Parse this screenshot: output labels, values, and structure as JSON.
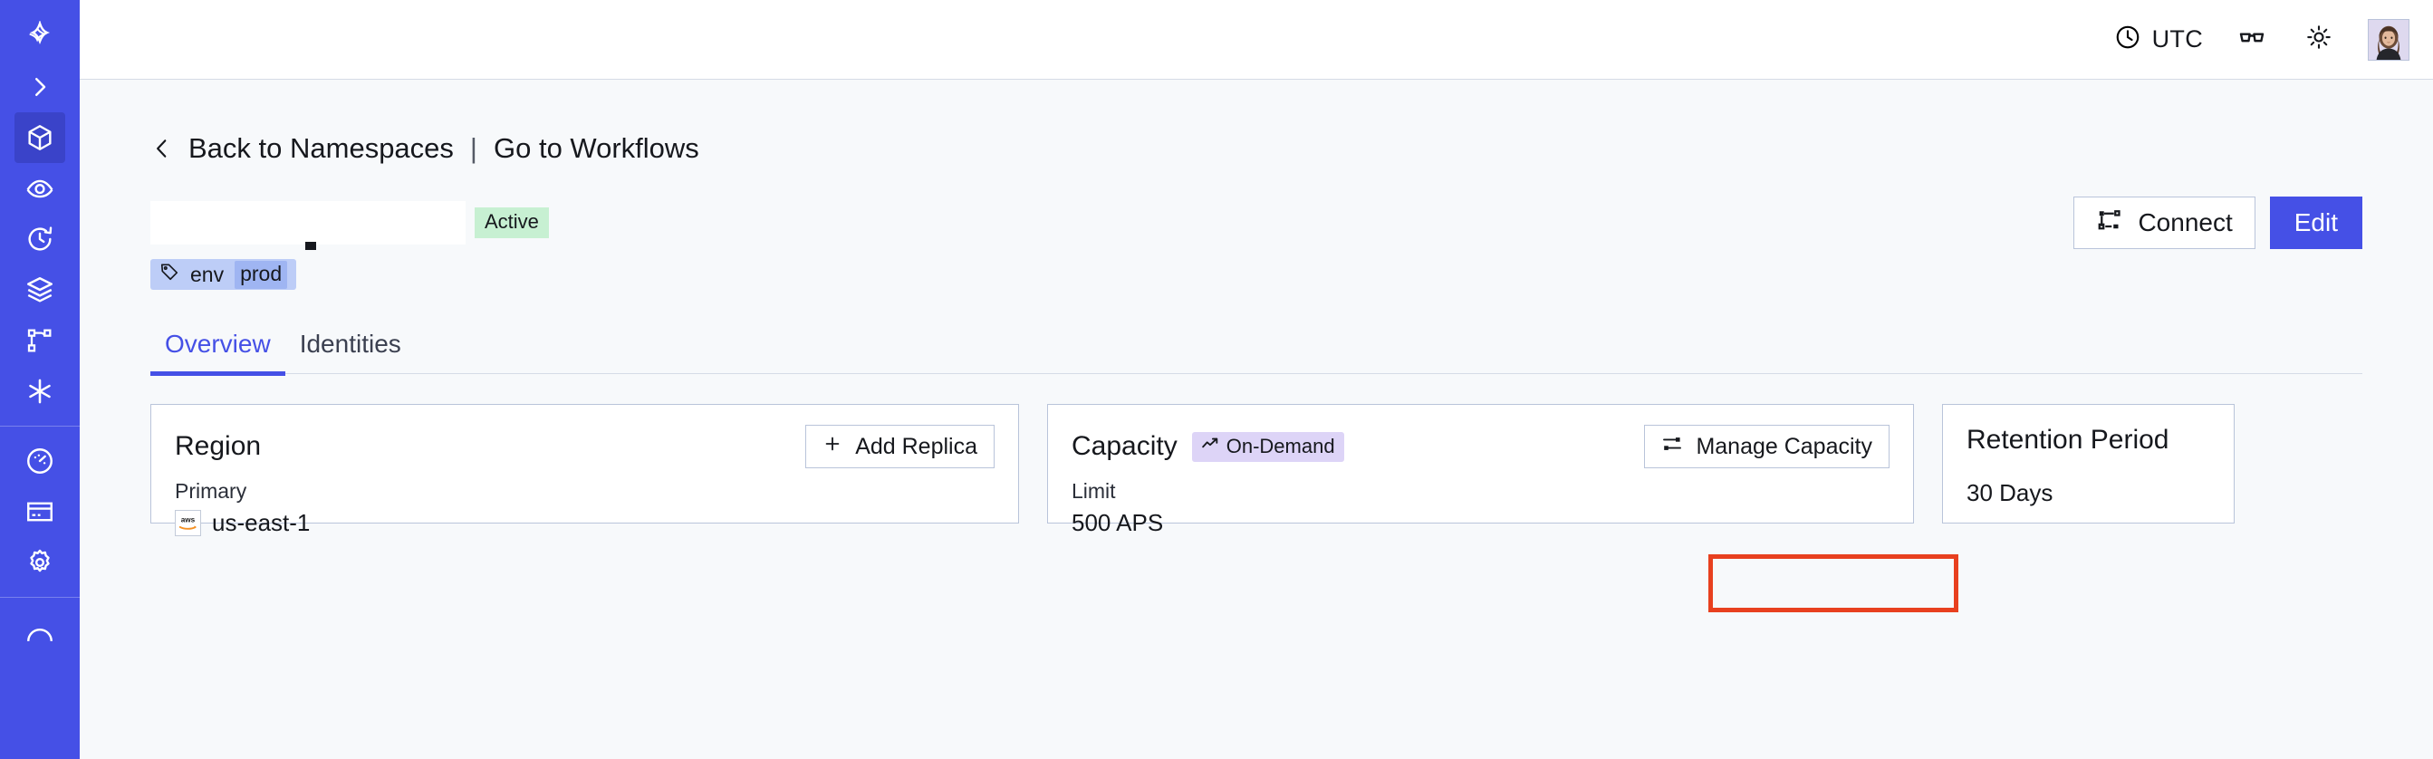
{
  "sidebar": {
    "items": [
      {
        "name": "logo",
        "icon": "temporal-logo-icon",
        "active": false
      },
      {
        "name": "expand",
        "icon": "chevron-right-icon",
        "active": false
      },
      {
        "name": "namespaces",
        "icon": "cube-icon",
        "active": true
      },
      {
        "name": "observability",
        "icon": "eye-icon",
        "active": false
      },
      {
        "name": "history",
        "icon": "clock-rewind-icon",
        "active": false
      },
      {
        "name": "layers",
        "icon": "layers-icon",
        "active": false
      },
      {
        "name": "workflows",
        "icon": "git-branch-icon",
        "active": false
      },
      {
        "name": "integrations",
        "icon": "asterisk-icon",
        "active": false
      },
      {
        "name": "usage",
        "icon": "gauge-icon",
        "active": false
      },
      {
        "name": "billing",
        "icon": "credit-card-icon",
        "active": false
      },
      {
        "name": "settings",
        "icon": "gear-icon",
        "active": false
      }
    ]
  },
  "topbar": {
    "timezone_label": "UTC",
    "clock_icon": "clock-icon",
    "glasses_icon": "glasses-icon",
    "theme_icon": "sun-icon",
    "avatar_icon": "user-avatar"
  },
  "breadcrumb": {
    "back_chevron_icon": "chevron-left-icon",
    "back_label": "Back to Namespaces",
    "separator": "|",
    "forward_label": "Go to Workflows"
  },
  "header": {
    "title": "",
    "status_badge": "Active",
    "tag": {
      "icon": "tag-icon",
      "key": "env",
      "value": "prod"
    },
    "connect_label": "Connect",
    "connect_icon": "connect-flow-icon",
    "edit_label": "Edit"
  },
  "tabs": [
    {
      "label": "Overview",
      "active": true
    },
    {
      "label": "Identities",
      "active": false
    }
  ],
  "cards": {
    "region": {
      "title": "Region",
      "action_label": "Add Replica",
      "action_icon": "plus-icon",
      "sub_label": "Primary",
      "provider_icon": "aws-icon",
      "value": "us-east-1"
    },
    "capacity": {
      "title": "Capacity",
      "pill_label": "On-Demand",
      "pill_icon": "trend-up-icon",
      "action_label": "Manage Capacity",
      "action_icon": "sliders-icon",
      "sub_label": "Limit",
      "value": "500 APS",
      "highlighted": true
    },
    "retention": {
      "title": "Retention Period",
      "value": "30 Days"
    }
  },
  "colors": {
    "brand": "#4550e6",
    "brand_active": "#3a43c9",
    "page_bg": "#f7f9fb",
    "status_active_bg": "#c7f0d2",
    "tag_bg": "#bdcdf7",
    "tag_value_bg": "#9fb5f2",
    "pill_bg": "#ddd4f7",
    "highlight": "#e8401f",
    "border": "#b9c4da"
  }
}
